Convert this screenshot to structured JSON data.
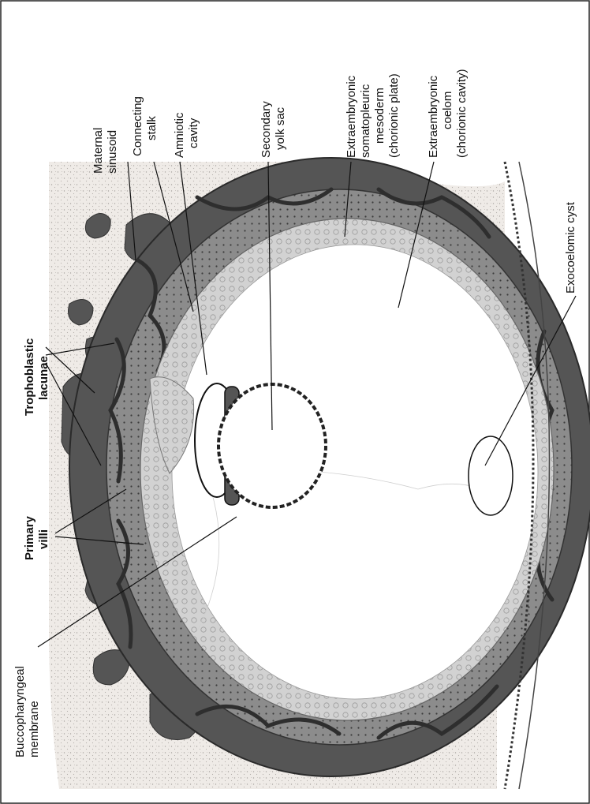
{
  "labels": {
    "maternal_sinusoid": [
      "Maternal",
      "sinusoid"
    ],
    "connecting_stalk": [
      "Connecting",
      "stalk"
    ],
    "amniotic_cavity": [
      "Amniotic",
      "cavity"
    ],
    "secondary_yolk_sac": [
      "Secondary",
      "yolk sac"
    ],
    "somatopleuric": [
      "Extraembryonic",
      "somatopleuric",
      "mesoderm",
      "(chorionic plate)"
    ],
    "coelom": [
      "Extraembryonic",
      "coelom",
      "(chorionic cavity)"
    ],
    "exocoelomic_cyst": [
      "Exocoelomic cyst"
    ],
    "trophoblastic_lacunae": [
      "Trophoblastic",
      "lacunae"
    ],
    "primary_villi": [
      "Primary",
      "villi"
    ],
    "buccopharyngeal": [
      "Buccopharyngeal",
      "membrane"
    ]
  },
  "colors": {
    "decidua": "#ece8e4",
    "syncytio": "#555555",
    "cyto": "#8f8f8f",
    "mesoderm": "#d2d2d2",
    "cavity": "#ffffff",
    "ink": "#111111"
  }
}
